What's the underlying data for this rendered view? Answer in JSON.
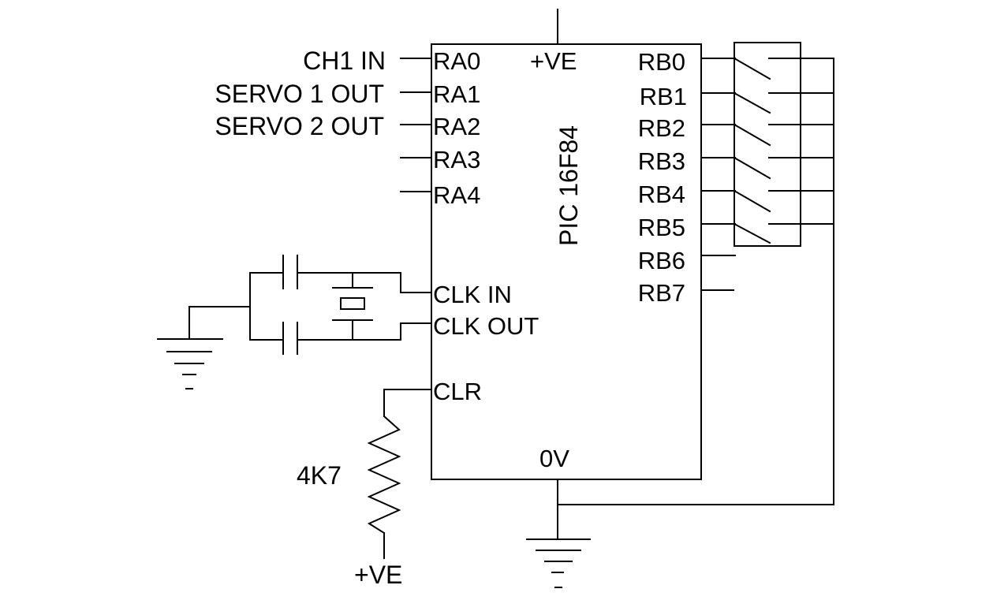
{
  "chip": {
    "name": "PIC 16F84",
    "vdd": "+VE",
    "gnd": "0V",
    "clk_in": "CLK IN",
    "clk_out": "CLK OUT",
    "clr": "CLR"
  },
  "port_a": [
    "RA0",
    "RA1",
    "RA2",
    "RA3",
    "RA4"
  ],
  "port_b": [
    "RB0",
    "RB1",
    "RB2",
    "RB3",
    "RB4",
    "RB5",
    "RB6",
    "RB7"
  ],
  "signals": {
    "ra0": "CH1 IN",
    "ra1": "SERVO 1 OUT",
    "ra2": "SERVO 2 OUT"
  },
  "resistor": {
    "value": "4K7"
  },
  "supply": {
    "bottom": "+VE"
  }
}
